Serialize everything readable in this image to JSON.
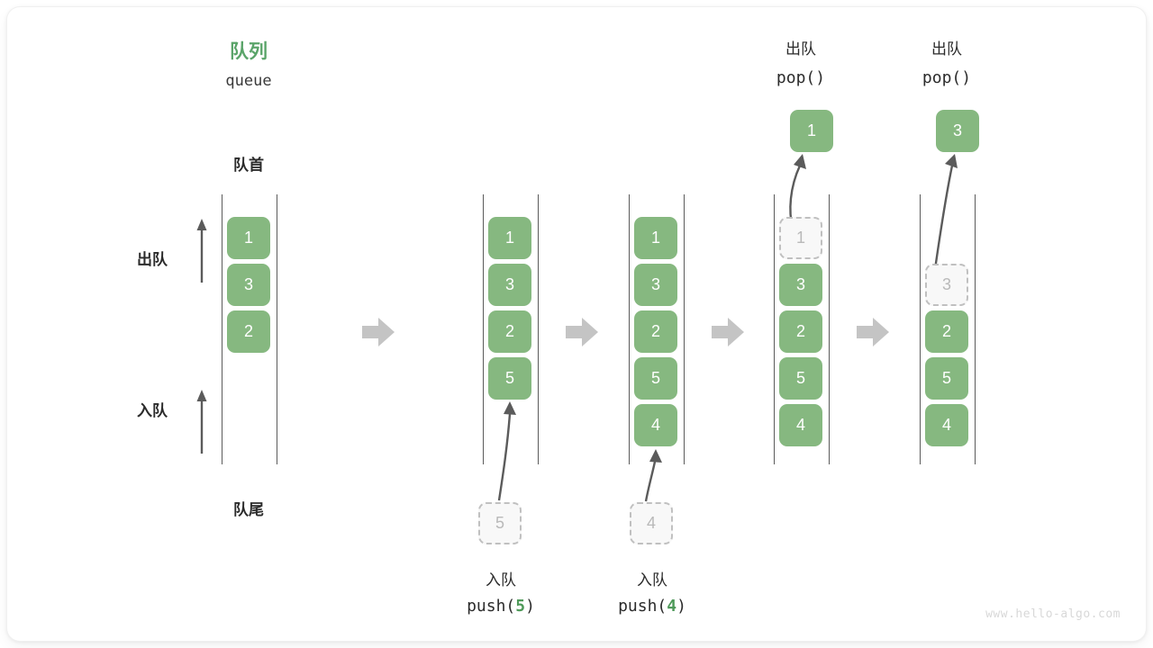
{
  "diagram": {
    "title_cn": "队列",
    "title_en": "queue",
    "front_label": "队首",
    "rear_label": "队尾",
    "dequeue_label": "出队",
    "enqueue_label": "入队",
    "accent_green": "#5aa469",
    "box_green": "#86b880",
    "ghost_gray": "#b9b9b9",
    "arrow_gray": "#c4c4c4",
    "watermark": "www.hello-algo.com"
  },
  "stages": [
    {
      "id": "initial",
      "caption_cn": "",
      "caption_code": "",
      "items": [
        {
          "value": "1",
          "state": "filled"
        },
        {
          "value": "3",
          "state": "filled"
        },
        {
          "value": "2",
          "state": "filled"
        }
      ]
    },
    {
      "id": "push-5",
      "caption_cn": "入队",
      "caption_code_prefix": "push(",
      "caption_code_arg": "5",
      "caption_code_suffix": ")",
      "incoming": "5",
      "items": [
        {
          "value": "1",
          "state": "filled"
        },
        {
          "value": "3",
          "state": "filled"
        },
        {
          "value": "2",
          "state": "filled"
        },
        {
          "value": "5",
          "state": "filled"
        }
      ]
    },
    {
      "id": "push-4",
      "caption_cn": "入队",
      "caption_code_prefix": "push(",
      "caption_code_arg": "4",
      "caption_code_suffix": ")",
      "incoming": "4",
      "items": [
        {
          "value": "1",
          "state": "filled"
        },
        {
          "value": "3",
          "state": "filled"
        },
        {
          "value": "2",
          "state": "filled"
        },
        {
          "value": "5",
          "state": "filled"
        },
        {
          "value": "4",
          "state": "filled"
        }
      ]
    },
    {
      "id": "pop-1",
      "caption_cn": "出队",
      "caption_code": "pop()",
      "popped": "1",
      "items": [
        {
          "value": "1",
          "state": "ghost"
        },
        {
          "value": "3",
          "state": "filled"
        },
        {
          "value": "2",
          "state": "filled"
        },
        {
          "value": "5",
          "state": "filled"
        },
        {
          "value": "4",
          "state": "filled"
        }
      ]
    },
    {
      "id": "pop-3",
      "caption_cn": "出队",
      "caption_code": "pop()",
      "popped": "3",
      "items": [
        {
          "value": "",
          "state": "empty"
        },
        {
          "value": "3",
          "state": "ghost"
        },
        {
          "value": "2",
          "state": "filled"
        },
        {
          "value": "5",
          "state": "filled"
        },
        {
          "value": "4",
          "state": "filled"
        }
      ]
    }
  ]
}
